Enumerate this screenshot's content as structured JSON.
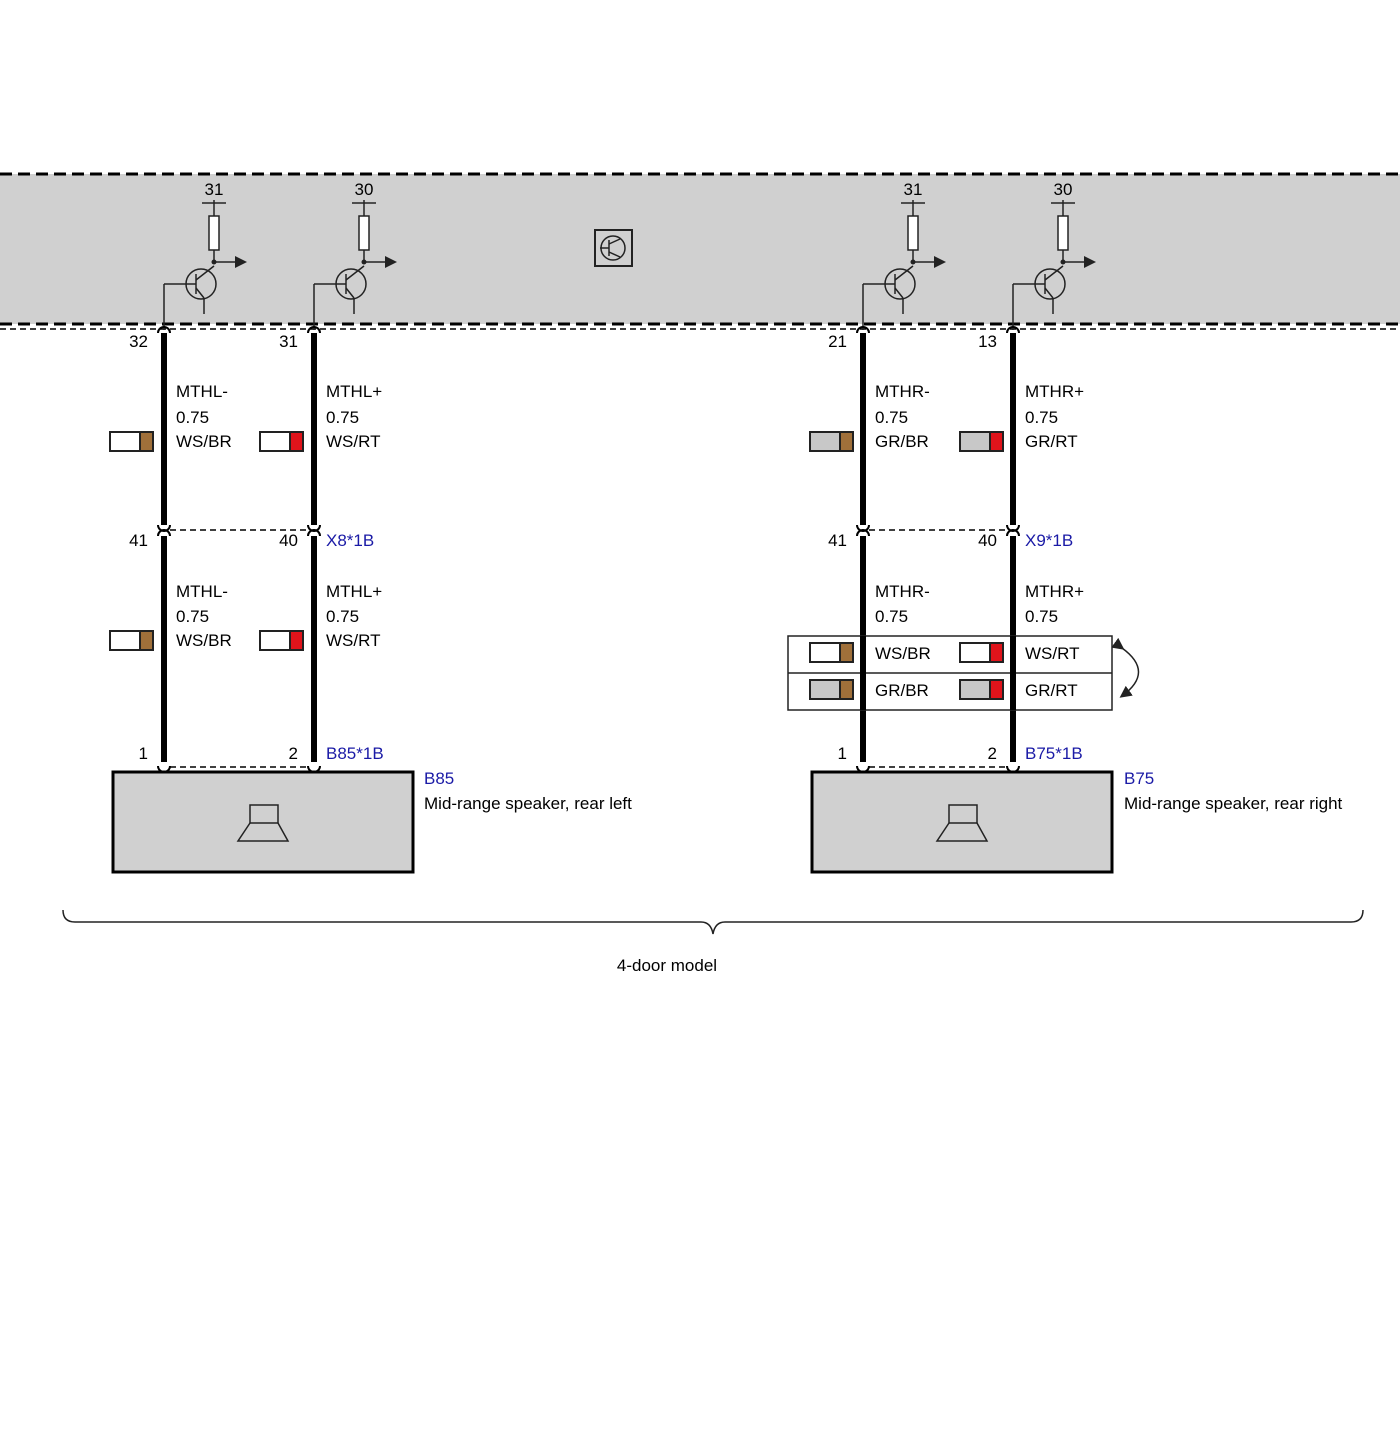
{
  "colors": {
    "module_fill": "#d0d0d0",
    "wire": "#000000",
    "brown": "#a0703a",
    "red": "#e0141b",
    "grey": "#c8c8c8",
    "white": "#ffffff",
    "label_blue": "#1a1aa6"
  },
  "module": {
    "icon": "amplifier-transistor-icon",
    "terminals": {
      "left_neg": "31",
      "left_pos": "30",
      "right_neg": "31",
      "right_pos": "30"
    },
    "pins": {
      "left_neg": "32",
      "left_pos": "31",
      "right_neg": "21",
      "right_pos": "13"
    }
  },
  "left": {
    "upper": {
      "neg": {
        "signal": "MTHL-",
        "size": "0.75",
        "color": "WS/BR"
      },
      "pos": {
        "signal": "MTHL+",
        "size": "0.75",
        "color": "WS/RT"
      }
    },
    "connector": {
      "pin_neg": "41",
      "pin_pos": "40",
      "name": "X8*1B"
    },
    "lower": {
      "neg": {
        "signal": "MTHL-",
        "size": "0.75",
        "color": "WS/BR"
      },
      "pos": {
        "signal": "MTHL+",
        "size": "0.75",
        "color": "WS/RT"
      }
    },
    "device_connector": {
      "pin_neg": "1",
      "pin_pos": "2",
      "name": "B85*1B"
    },
    "device": {
      "id": "B85",
      "name": "Mid-range speaker, rear left",
      "icon": "speaker-icon"
    }
  },
  "right": {
    "upper": {
      "neg": {
        "signal": "MTHR-",
        "size": "0.75",
        "color": "GR/BR"
      },
      "pos": {
        "signal": "MTHR+",
        "size": "0.75",
        "color": "GR/RT"
      }
    },
    "connector": {
      "pin_neg": "41",
      "pin_pos": "40",
      "name": "X9*1B"
    },
    "lower": {
      "neg": {
        "signal": "MTHR-",
        "size": "0.75"
      },
      "pos": {
        "signal": "MTHR+",
        "size": "0.75"
      },
      "alternatives": [
        {
          "neg_color": "WS/BR",
          "pos_color": "WS/RT"
        },
        {
          "neg_color": "GR/BR",
          "pos_color": "GR/RT"
        }
      ]
    },
    "device_connector": {
      "pin_neg": "1",
      "pin_pos": "2",
      "name": "B75*1B"
    },
    "device": {
      "id": "B75",
      "name": "Mid-range speaker, rear right",
      "icon": "speaker-icon"
    }
  },
  "footer": {
    "bracket_label": "4-door model"
  }
}
